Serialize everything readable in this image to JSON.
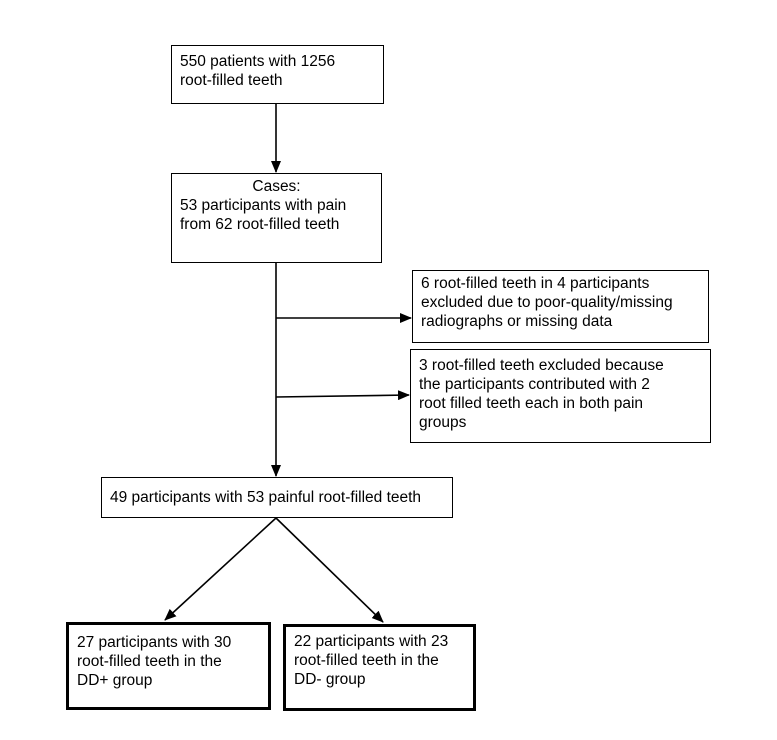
{
  "flowchart": {
    "start": {
      "lines": [
        "550 patients with 1256",
        "root-filled teeth"
      ]
    },
    "cases": {
      "lines": [
        "Cases:",
        "53 participants with pain",
        "from 62 root-filled teeth"
      ]
    },
    "exclusion_1": {
      "lines": [
        "6 root-filled teeth in 4 participants",
        "excluded due to poor-quality/missing",
        "radiographs or missing data"
      ]
    },
    "exclusion_2": {
      "lines": [
        "3 root-filled teeth excluded because",
        "the participants contributed with 2",
        "root filled teeth each in both pain",
        "groups"
      ]
    },
    "included": {
      "lines": [
        "49 participants with 53 painful root-filled teeth"
      ]
    },
    "group_dd_plus": {
      "lines": [
        "27 participants with 30",
        "root-filled teeth in the",
        "DD+ group"
      ]
    },
    "group_dd_minus": {
      "lines": [
        "22 participants with 23",
        "root-filled teeth in the",
        "DD- group"
      ]
    }
  },
  "colors": {
    "line": "#000000",
    "background": "#ffffff"
  }
}
